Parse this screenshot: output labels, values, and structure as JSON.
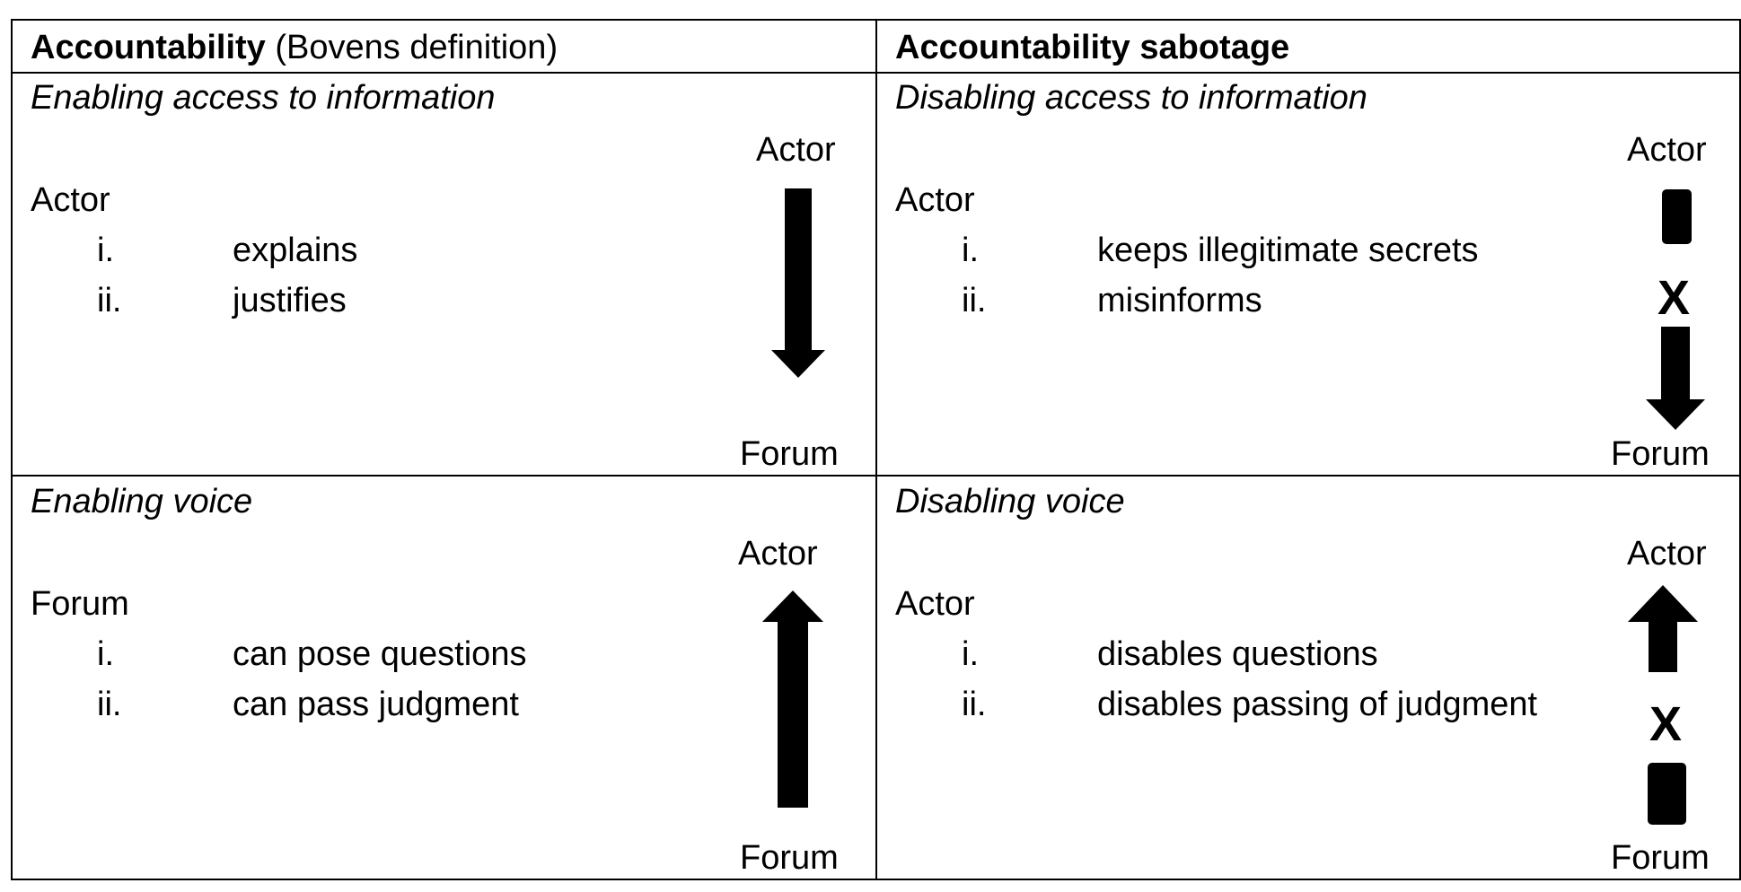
{
  "header": {
    "left_bold": "Accountability",
    "left_rest": " (Bovens definition)",
    "right": "Accountability sabotage"
  },
  "cells": {
    "top_left": {
      "title": "Enabling access to information",
      "subject": "Actor",
      "numerals": [
        "i.",
        "ii."
      ],
      "items": [
        "explains",
        "justifies"
      ],
      "diagram_top": "Actor",
      "diagram_bottom": "Forum",
      "arrow_direction": "down"
    },
    "top_right": {
      "title": "Disabling access to information",
      "subject": "Actor",
      "numerals": [
        "i.",
        "ii."
      ],
      "items": [
        "keeps illegitimate secrets",
        "misinforms"
      ],
      "diagram_top": "Actor",
      "diagram_bottom": "Forum",
      "cross": "X",
      "arrow_direction": "down"
    },
    "bottom_left": {
      "title": "Enabling voice",
      "subject": "Forum",
      "numerals": [
        "i.",
        "ii."
      ],
      "items": [
        "can pose questions",
        "can pass judgment"
      ],
      "diagram_top": "Actor",
      "diagram_bottom": "Forum",
      "arrow_direction": "up"
    },
    "bottom_right": {
      "title": "Disabling voice",
      "subject": "Actor",
      "numerals": [
        "i.",
        "ii."
      ],
      "items": [
        "disables questions",
        "disables passing of judgment"
      ],
      "diagram_top": "Actor",
      "diagram_bottom": "Forum",
      "cross": "X",
      "arrow_direction": "up"
    }
  }
}
